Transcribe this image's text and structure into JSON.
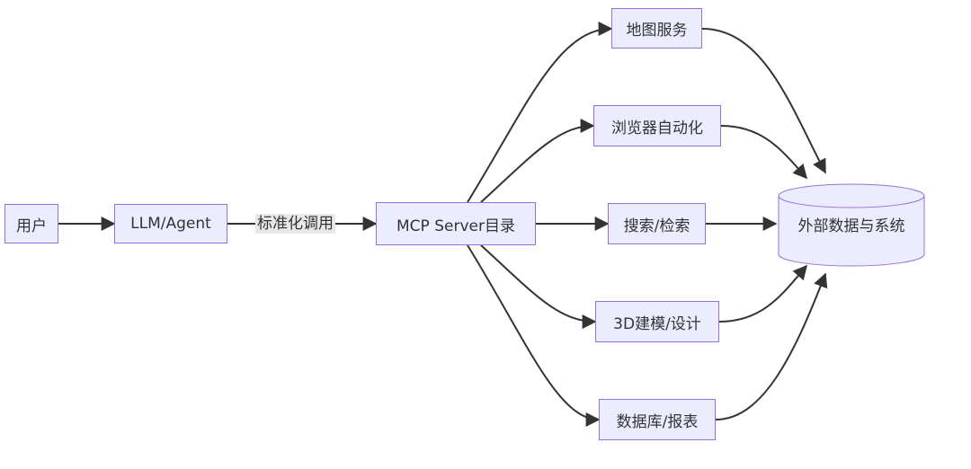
{
  "nodes": {
    "user": "用户",
    "llm_agent": "LLM/Agent",
    "mcp_directory": "MCP Server目录",
    "map_service": "地图服务",
    "browser_automation": "浏览器自动化",
    "search": "搜索/检索",
    "modeling_3d": "3D建模/设计",
    "database_reports": "数据库/报表",
    "external_systems": "外部数据与系统"
  },
  "edge_labels": {
    "standardized_call": "标准化调用"
  },
  "colors": {
    "node_fill": "#ECECFF",
    "node_border": "#9370DB",
    "edge": "#333333",
    "edge_label_bg": "#E8E8E8"
  }
}
